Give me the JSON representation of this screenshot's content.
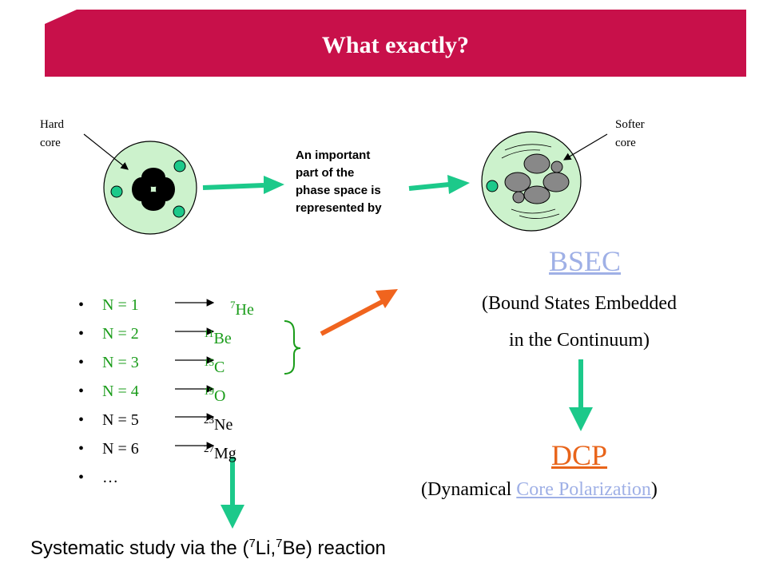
{
  "title": "What exactly?",
  "labels": {
    "hard_core": [
      "Hard",
      "core"
    ],
    "softer_core": [
      "Softer",
      "core"
    ],
    "note_lines": [
      "An important",
      "part of the",
      "phase space is",
      "represented  by"
    ]
  },
  "bullets": [
    {
      "n": "N = 1",
      "sup": "7",
      "el": "He",
      "green": true
    },
    {
      "n": "N = 2",
      "sup": "11",
      "el": "Be",
      "green": true
    },
    {
      "n": "N = 3",
      "sup": "15",
      "el": "C",
      "green": true
    },
    {
      "n": "N = 4",
      "sup": "19",
      "el": "O",
      "green": true
    },
    {
      "n": "N = 5",
      "sup": "23",
      "el": "Ne",
      "green": false
    },
    {
      "n": "N = 6",
      "sup": "27",
      "el": "Mg",
      "green": false
    },
    {
      "n": "…",
      "sup": "",
      "el": "",
      "green": false
    }
  ],
  "bsec": {
    "link": "BSEC",
    "line1": "(Bound States Embedded",
    "line2": "in the Continuum)"
  },
  "dcp": {
    "link": "DCP",
    "prefix": "(Dynamical ",
    "link2": "Core Polarization",
    "suffix": ")"
  },
  "systematic": {
    "pre": "Systematic study via the (",
    "sup1": "7",
    "mid": "Li,",
    "sup2": "7",
    "post": "Be) reaction"
  },
  "colors": {
    "banner": "#c8104a",
    "green_arrow": "#1cc98a",
    "orange_arrow": "#f0641e",
    "nucleus_fill": "#ccf2cc",
    "brace": "#1a9c1a",
    "bullet_green": "#1a9c1a",
    "link_blue": "#9fb0e6"
  }
}
